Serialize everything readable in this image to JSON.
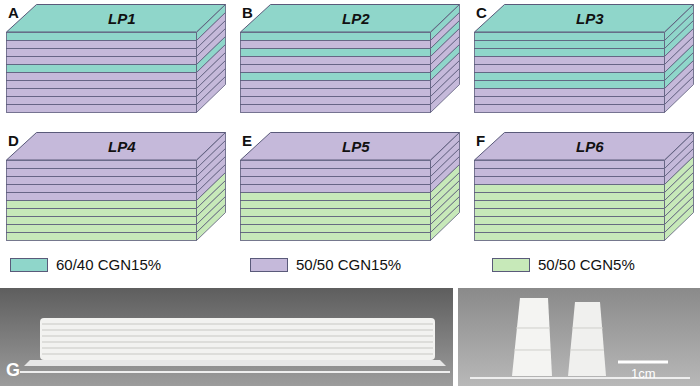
{
  "diagram": {
    "nodes": [
      {
        "text": [
          "A",
          "LP1"
        ]
      },
      {
        "text": [
          "B",
          "LP2"
        ]
      },
      {
        "text": [
          "C",
          "LP3"
        ]
      },
      {
        "text": [
          "D",
          "LP4"
        ]
      },
      {
        "text": [
          "E",
          "LP5"
        ]
      },
      {
        "text": [
          "F",
          "LP6"
        ]
      }
    ],
    "labels": [
      "G",
      "1cm"
    ],
    "legend": [
      {
        "text": "60/40 CGN15%",
        "color": "#8fd6ca"
      },
      {
        "text": "50/50 CGN15%",
        "color": "#c5b9da"
      },
      {
        "text": "50/50 CGN5%",
        "color": "#c7e9b9"
      }
    ]
  }
}
